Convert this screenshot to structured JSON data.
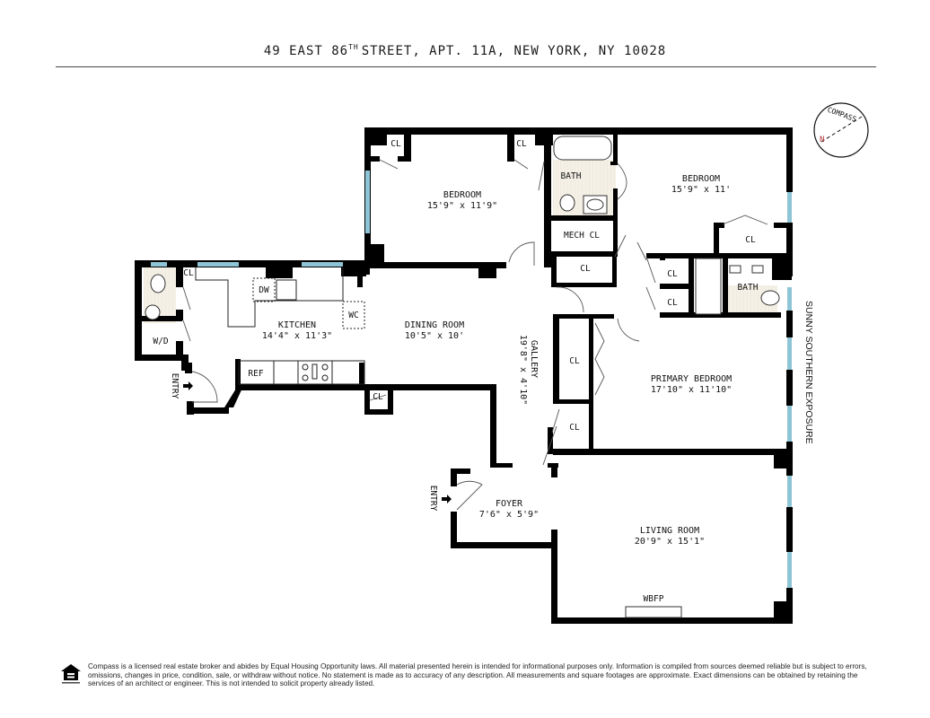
{
  "header": {
    "address_prefix": "49 EAST 86",
    "address_sup": "TH",
    "address_suffix": "STREET, APT. 11A, NEW YORK, NY 10028"
  },
  "compass": {
    "label": "COMPASS",
    "north": "N"
  },
  "exposure_label": "SUNNY SOUTHERN EXPOSURE",
  "rooms": {
    "bedroom_1": {
      "name": "BEDROOM",
      "dims": "15'9\" x 11'9\""
    },
    "bedroom_2": {
      "name": "BEDROOM",
      "dims": "15'9\" x 11'"
    },
    "kitchen": {
      "name": "KITCHEN",
      "dims": "14'4\" x 11'3\""
    },
    "dining": {
      "name": "DINING ROOM",
      "dims": "10'5\" x 10'"
    },
    "gallery": {
      "name": "GALLERY",
      "dims": "19'8\" x 4'10\""
    },
    "primary": {
      "name": "PRIMARY BEDROOM",
      "dims": "17'10\" x 11'10\""
    },
    "foyer": {
      "name": "FOYER",
      "dims": "7'6\" x 5'9\""
    },
    "living": {
      "name": "LIVING ROOM",
      "dims": "20'9\" x 15'1\""
    }
  },
  "small_labels": {
    "cl": "CL",
    "bath": "BATH",
    "mech_cl": "MECH CL",
    "wd": "W/D",
    "dw": "DW",
    "wc": "WC",
    "ref": "REF",
    "wbfp": "WBFP",
    "entry": "ENTRY"
  },
  "colors": {
    "wall": "#000000",
    "window": "#8ec5d6",
    "bath_floor": "#f3efe4",
    "text": "#111111"
  },
  "footer": {
    "disclaimer": "Compass is a licensed real estate broker and abides by Equal Housing Opportunity laws. All material presented herein is intended for informational purposes only. Information is compiled from sources deemed reliable but is subject to errors, omissions, changes in price, condition, sale, or withdraw without notice. No statement is made as to accuracy of any description. All measurements and square footages are approximate. Exact dimensions can be obtained by retaining the services of an architect or engineer. This is not intended to solicit property already listed.",
    "logo": "equal-housing-opportunity"
  }
}
